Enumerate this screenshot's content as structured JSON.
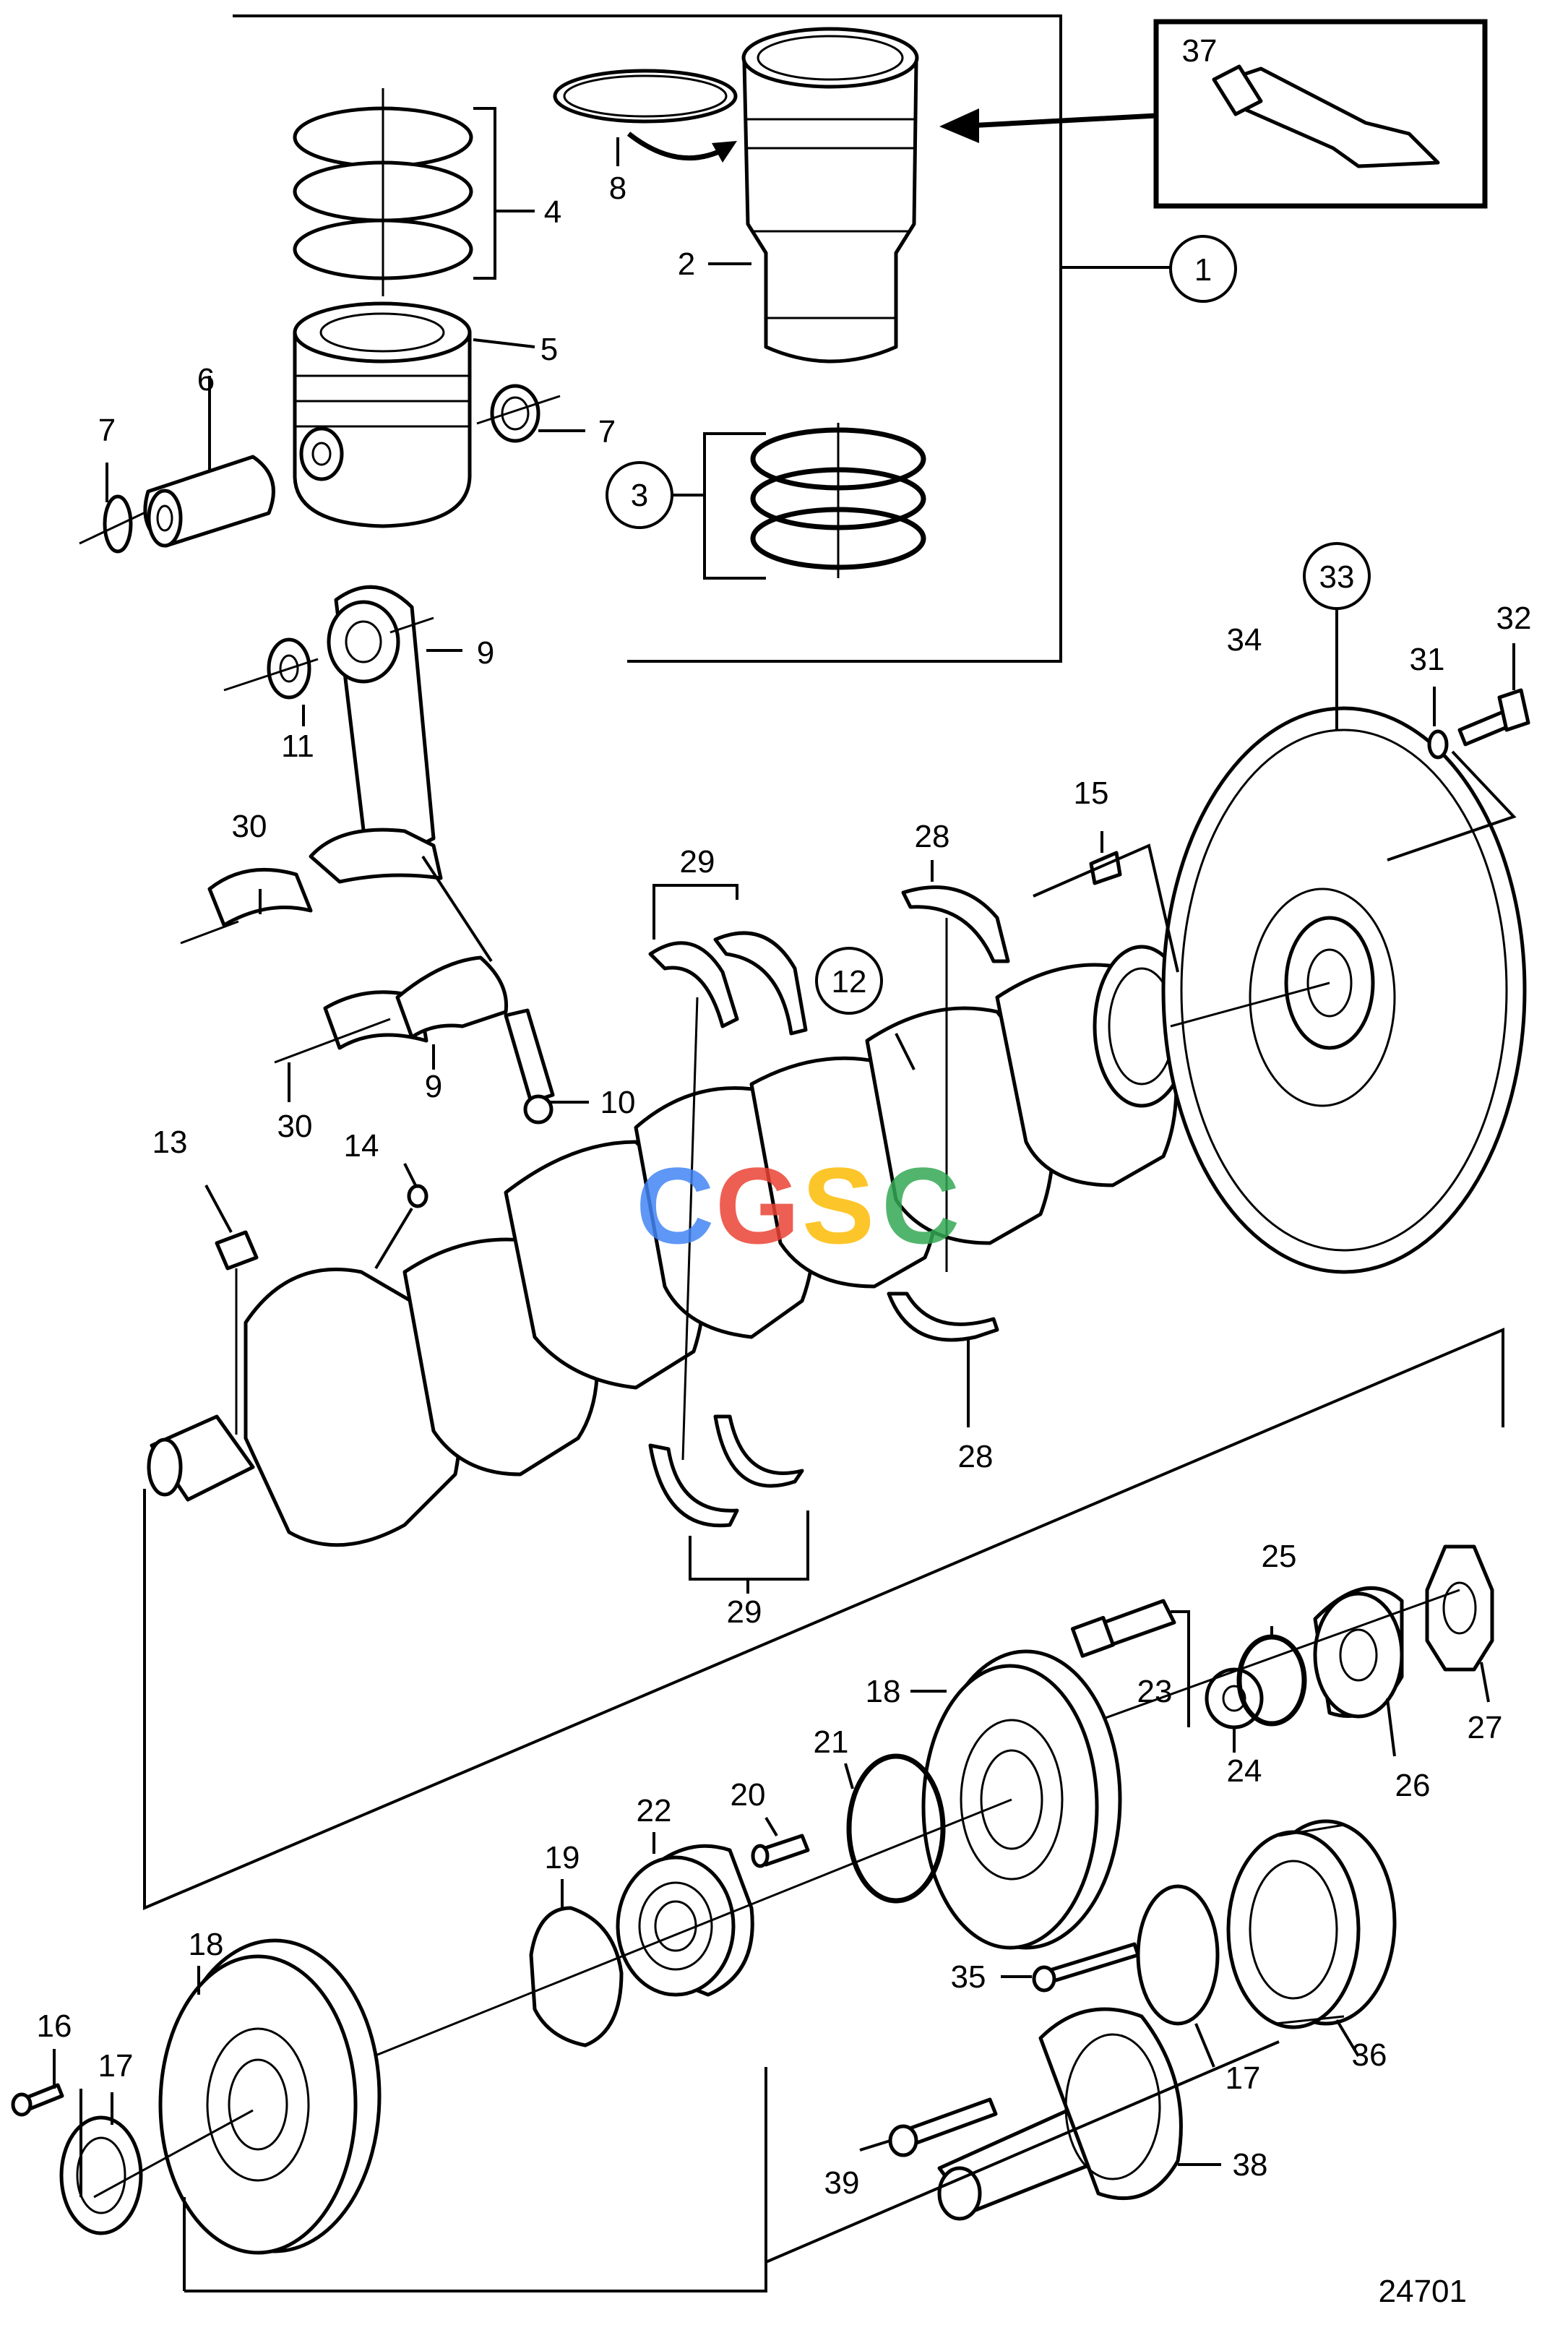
{
  "diagram": {
    "image_number": "24701",
    "watermark": "CGSC",
    "watermark_colors": [
      "#4285F4",
      "#EA4335",
      "#FBBC05",
      "#34A853"
    ],
    "labels": {
      "n1": "1",
      "n2": "2",
      "n3": "3",
      "n4": "4",
      "n5": "5",
      "n6": "6",
      "n7a": "7",
      "n7b": "7",
      "n8": "8",
      "n9a": "9",
      "n9b": "9",
      "n10": "10",
      "n11": "11",
      "n12": "12",
      "n13": "13",
      "n14": "14",
      "n15": "15",
      "n16": "16",
      "n17a": "17",
      "n17b": "17",
      "n18a": "18",
      "n18b": "18",
      "n19": "19",
      "n20": "20",
      "n21": "21",
      "n22": "22",
      "n23": "23",
      "n24": "24",
      "n25": "25",
      "n26": "26",
      "n27": "27",
      "n28a": "28",
      "n28b": "28",
      "n29a": "29",
      "n29b": "29",
      "n30a": "30",
      "n30b": "30",
      "n31": "31",
      "n32": "32",
      "n33": "33",
      "n34": "34",
      "n35": "35",
      "n36": "36",
      "n37": "37",
      "n38": "38",
      "n39": "39"
    }
  }
}
